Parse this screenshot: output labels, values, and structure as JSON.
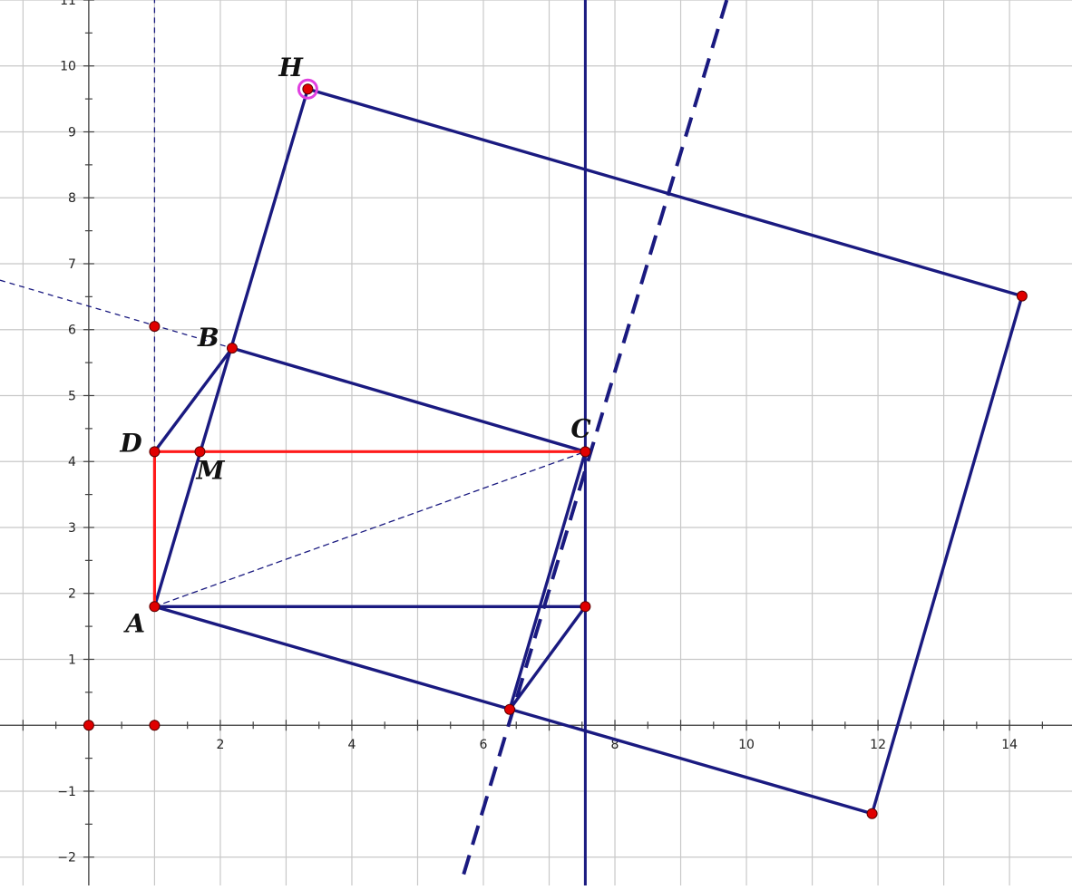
{
  "view": {
    "x_range": [
      -1.35,
      14.95
    ],
    "y_range": [
      -2.43,
      11.0
    ],
    "colors": {
      "background": "#ffffff",
      "grid": "#c8c8c8",
      "axis": "#404040",
      "figure": "#1a1a80",
      "highlight": "#ff1a1a",
      "point_fill": "#e00000",
      "selection": "#e040e0",
      "label": "#111111"
    }
  },
  "axes": {
    "x_ticks": [
      {
        "value": 2,
        "label": "2"
      },
      {
        "value": 4,
        "label": "4"
      },
      {
        "value": 6,
        "label": "6"
      },
      {
        "value": 8,
        "label": "8"
      },
      {
        "value": 10,
        "label": "10"
      },
      {
        "value": 12,
        "label": "12"
      },
      {
        "value": 14,
        "label": "14"
      }
    ],
    "y_ticks": [
      {
        "value": -2,
        "label": "−2"
      },
      {
        "value": -1,
        "label": "−1"
      },
      {
        "value": 1,
        "label": "1"
      },
      {
        "value": 2,
        "label": "2"
      },
      {
        "value": 3,
        "label": "3"
      },
      {
        "value": 4,
        "label": "4"
      },
      {
        "value": 5,
        "label": "5"
      },
      {
        "value": 6,
        "label": "6"
      },
      {
        "value": 7,
        "label": "7"
      },
      {
        "value": 8,
        "label": "8"
      },
      {
        "value": 9,
        "label": "9"
      },
      {
        "value": 10,
        "label": "10"
      },
      {
        "value": 11,
        "label": "11"
      }
    ]
  },
  "points": [
    {
      "id": "H",
      "label": "H",
      "x": 3.33,
      "y": 9.65,
      "selected": true
    },
    {
      "id": "B",
      "label": "B",
      "x": 2.18,
      "y": 5.72
    },
    {
      "id": "D",
      "label": "D",
      "x": 1.0,
      "y": 4.15
    },
    {
      "id": "M",
      "label": "M",
      "x": 1.69,
      "y": 4.15
    },
    {
      "id": "C",
      "label": "C",
      "x": 7.55,
      "y": 4.15
    },
    {
      "id": "A",
      "label": "A",
      "x": 1.0,
      "y": 1.8
    },
    {
      "id": "P1",
      "label": "",
      "x": 14.19,
      "y": 6.51
    },
    {
      "id": "P2",
      "label": "",
      "x": 11.91,
      "y": -1.34
    },
    {
      "id": "P3",
      "label": "",
      "x": 6.4,
      "y": 0.24
    },
    {
      "id": "P4",
      "label": "",
      "x": 7.55,
      "y": 1.8
    },
    {
      "id": "P5",
      "label": "",
      "x": 1.0,
      "y": 6.05
    },
    {
      "id": "O",
      "label": "",
      "x": 0,
      "y": 0
    },
    {
      "id": "P6",
      "label": "",
      "x": 1.0,
      "y": 0
    }
  ],
  "segments": [
    {
      "from": "A",
      "to": "H",
      "style": "solid",
      "color": "figure"
    },
    {
      "from": "H",
      "to": "P1",
      "style": "solid",
      "color": "figure"
    },
    {
      "from": "P1",
      "to": "P2",
      "style": "solid",
      "color": "figure"
    },
    {
      "from": "P2",
      "to": "A",
      "style": "solid",
      "color": "figure"
    },
    {
      "from": "B",
      "to": "C",
      "style": "solid",
      "color": "figure"
    },
    {
      "from": "D",
      "to": "B",
      "style": "solid",
      "color": "figure"
    },
    {
      "from": "A",
      "to": "P4",
      "style": "solid",
      "color": "figure"
    },
    {
      "from": "C",
      "to": "P3",
      "style": "solid",
      "color": "figure"
    },
    {
      "from": "P3",
      "to": "P4",
      "style": "solid",
      "color": "figure"
    },
    {
      "from": "D",
      "to": "C",
      "style": "solid",
      "color": "highlight"
    },
    {
      "from": "D",
      "to": "A",
      "style": "solid",
      "color": "highlight"
    },
    {
      "from": "A",
      "to": "C",
      "style": "thin-dashed",
      "color": "figure"
    }
  ],
  "lines": [
    {
      "p1": {
        "x": 7.55,
        "y": -3
      },
      "p2": {
        "x": 7.55,
        "y": 12
      },
      "style": "solid"
    },
    {
      "p1": {
        "x": 5.7,
        "y": -2.26
      },
      "p2": {
        "x": 9.7,
        "y": 11.0
      },
      "style": "thick-dashed"
    },
    {
      "p1": {
        "x": 1.0,
        "y": 4.15
      },
      "p2": {
        "x": 1.0,
        "y": 11.5
      },
      "style": "thin-dashed"
    },
    {
      "p1": {
        "x": -1.35,
        "y": 6.75
      },
      "p2": {
        "x": 2.18,
        "y": 5.72
      },
      "style": "thin-dashed"
    }
  ]
}
